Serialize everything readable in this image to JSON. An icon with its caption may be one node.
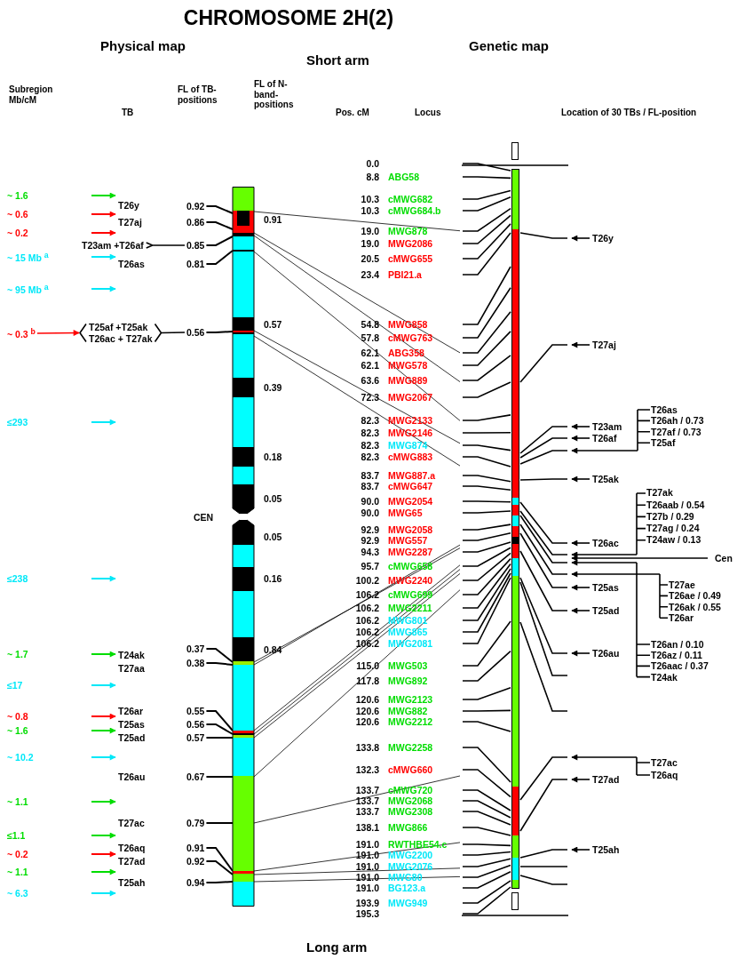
{
  "diagram": {
    "title": "CHROMOSOME 2H(2)",
    "nodes": [
      {
        "text": [],
        "shape": "bar",
        "beside": [
          "CEN"
        ]
      },
      {
        "text": [],
        "shape": "bar"
      },
      {
        "text": [
          "~ 1.6"
        ]
      },
      {
        "text": [
          "~ 0.6"
        ]
      },
      {
        "text": [
          "~ 0.2"
        ]
      },
      {
        "text": [
          "~ 15 Mb $^{a}$"
        ]
      },
      {
        "text": [
          "~ 95 Mb $^{a}$"
        ]
      },
      {
        "text": [
          "~ 0.3 $^{b}$"
        ]
      },
      {
        "text": [
          "≤293"
        ]
      },
      {
        "text": [
          "≤238"
        ]
      },
      {
        "text": [
          "~ 1.7"
        ]
      },
      {
        "text": [
          "≤17"
        ]
      },
      {
        "text": [
          "~ 0.8"
        ]
      },
      {
        "text": [
          "~ 1.6"
        ]
      },
      {
        "text": [
          "~ 10.2"
        ]
      },
      {
        "text": [
          "~ 1.1"
        ]
      },
      {
        "text": [
          "≤1.1"
        ]
      },
      {
        "text": [
          "~ 0.2"
        ]
      },
      {
        "text": [
          "~ 1.1"
        ]
      },
      {
        "text": [
          "~ 6.3"
        ]
      },
      {
        "text": [
          "T23am +T26af"
        ]
      },
      {
        "text": [
          "T25af +T25ak",
          "T26ac + T27ak"
        ]
      },
      {
        "text": [
          "0.92"
        ]
      },
      {
        "text": [
          "0.86"
        ]
      },
      {
        "text": [
          "0.85"
        ]
      },
      {
        "text": [
          "0.81"
        ]
      },
      {
        "text": [
          "0.56"
        ]
      },
      {
        "text": [
          "0.37"
        ]
      },
      {
        "text": [
          "0.38"
        ]
      },
      {
        "text": [
          "0.55"
        ]
      },
      {
        "text": [
          "0.56"
        ]
      },
      {
        "text": [
          "0.57"
        ]
      },
      {
        "text": [
          "0.67"
        ]
      },
      {
        "text": [
          "0.79"
        ]
      },
      {
        "text": [
          "0.91"
        ]
      },
      {
        "text": [
          "0.92"
        ]
      },
      {
        "text": [
          "0.94"
        ]
      },
      {
        "text": [
          "T26y"
        ]
      },
      {
        "text": [
          "T27aj"
        ]
      },
      {
        "text": [
          "T23am"
        ]
      },
      {
        "text": [
          "T26af"
        ]
      },
      {
        "text": [
          "T26as",
          "T26ah / 0.73",
          "T27af / 0.73",
          "T25af"
        ]
      },
      {
        "text": [
          "T25ak"
        ]
      },
      {
        "text": [
          "T27ak",
          "T26aab / 0.54",
          "T27b / 0.29",
          "T27ag / 0.24",
          "T24aw / 0.13"
        ]
      },
      {
        "text": [
          "T26ac"
        ]
      },
      {
        "text": [
          "Cen"
        ]
      },
      {
        "text": [
          "T27ae",
          "T26ae / 0.49",
          "T26ak / 0.55",
          "T26ar"
        ]
      },
      {
        "text": [
          "T25as"
        ]
      },
      {
        "text": [
          "T25ad"
        ]
      },
      {
        "text": [
          "T26an / 0.10",
          "T26az / 0.11",
          "T26aac / 0.37",
          "T24ak"
        ]
      },
      {
        "text": [
          "T26au"
        ]
      },
      {
        "text": [
          "T27ac",
          "T26aq"
        ]
      },
      {
        "text": [
          "T27ad"
        ]
      },
      {
        "text": [
          "T25ah"
        ]
      }
    ],
    "edges": [
      {
        "from": 7,
        "to": 21,
        "arrow": "to",
        "color": "#ff0000"
      },
      {
        "from": 20,
        "to": 24,
        "arrow": "other"
      },
      {
        "from": 21,
        "to": 26,
        "arrow": "other"
      },
      {
        "from": 22,
        "to": 0,
        "arrow": "none"
      },
      {
        "from": 23,
        "to": 0,
        "arrow": "none"
      },
      {
        "from": 24,
        "to": 0,
        "arrow": "none"
      },
      {
        "from": 25,
        "to": 0,
        "arrow": "none"
      },
      {
        "from": 26,
        "to": 0,
        "arrow": "none"
      },
      {
        "from": 27,
        "to": 0,
        "arrow": "none"
      },
      {
        "from": 28,
        "to": 0,
        "arrow": "none"
      },
      {
        "from": 29,
        "to": 0,
        "arrow": "none"
      },
      {
        "from": 30,
        "to": 0,
        "arrow": "none"
      },
      {
        "from": 31,
        "to": 0,
        "arrow": "none"
      },
      {
        "from": 32,
        "to": 0,
        "arrow": "none"
      },
      {
        "from": 33,
        "to": 0,
        "arrow": "none"
      },
      {
        "from": 34,
        "to": 0,
        "arrow": "none"
      },
      {
        "from": 35,
        "to": 0,
        "arrow": "none"
      },
      {
        "from": 36,
        "to": 0,
        "arrow": "none"
      },
      {
        "from": 0,
        "to": 1,
        "arrow": "none"
      },
      {
        "from": 0,
        "to": 1,
        "arrow": "none"
      },
      {
        "from": 0,
        "to": 1,
        "arrow": "none"
      },
      {
        "from": 0,
        "to": 1,
        "arrow": "none"
      },
      {
        "from": 0,
        "to": 1,
        "arrow": "none"
      },
      {
        "from": 0,
        "to": 1,
        "arrow": "none"
      },
      {
        "from": 0,
        "to": 1,
        "arrow": "none"
      },
      {
        "from": 0,
        "to": 1,
        "arrow": "none"
      },
      {
        "from": 0,
        "to": 1,
        "arrow": "none"
      },
      {
        "from": 0,
        "to": 1,
        "arrow": "none"
      },
      {
        "from": 0,
        "to": 1,
        "arrow": "none"
      },
      {
        "from": 0,
        "to": 1,
        "arrow": "none"
      },
      {
        "from": 0,
        "to": 1,
        "arrow": "none"
      },
      {
        "from": 0,
        "to": 1,
        "arrow": "none"
      },
      {
        "from": 0,
        "to": 1,
        "arrow": "none"
      },
      {
        "from": 0,
        "to": 1,
        "arrow": "none"
      },
      {
        "from": 37,
        "to": 1,
        "arrow": "to"
      },
      {
        "from": 38,
        "to": 1,
        "arrow": "to"
      },
      {
        "from": 39,
        "to": 1,
        "arrow": "to"
      },
      {
        "from": 40,
        "to": 1,
        "arrow": "to"
      },
      {
        "from": 41,
        "to": 1,
        "arrow": "to"
      },
      {
        "from": 42,
        "to": 1,
        "arrow": "to"
      },
      {
        "from": 43,
        "to": 1,
        "arrow": "to"
      },
      {
        "from": 44,
        "to": 1,
        "arrow": "to"
      },
      {
        "from": 45,
        "to": 1,
        "arrow": "to"
      },
      {
        "from": 46,
        "to": 1,
        "arrow": "to"
      },
      {
        "from": 47,
        "to": 1,
        "arrow": "to"
      },
      {
        "from": 48,
        "to": 1,
        "arrow": "to"
      },
      {
        "from": 49,
        "to": 1,
        "arrow": "to"
      },
      {
        "from": 50,
        "to": 1,
        "arrow": "to"
      },
      {
        "from": 51,
        "to": 1,
        "arrow": "to"
      },
      {
        "from": 52,
        "to": 1,
        "arrow": "to"
      },
      {
        "from": 53,
        "to": 1,
        "arrow": "to"
      }
    ],
    "labels": [
      "Physical map",
      "Genetic map",
      "Short arm",
      "Subregion Mb/cM",
      "TB",
      "FL of TB-positions",
      "FL of N-band-positions",
      "Pos. cM",
      "Locus",
      "Location of 30 TBs / FL-position",
      "T26y",
      "T27aj",
      "T26as",
      "T24ak",
      "T27aa",
      "T26ar",
      "T25as",
      "T25ad",
      "T26au",
      "T27ac",
      "T26aq",
      "T27ad",
      "T25ah",
      "0.91",
      "0.57",
      "0.39",
      "0.18",
      "0.05",
      "0.05",
      "0.16",
      "0.84",
      "0.0",
      "8.8",
      "ABG58",
      "10.3",
      "cMWG682",
      "10.3",
      "cMWG684.b",
      "19.0",
      "MWG878",
      "19.0",
      "MWG2086",
      "20.5",
      "cMWG655",
      "23.4",
      "PBI21.a",
      "54.8",
      "MWG858",
      "57.8",
      "cMWG763",
      "62.1",
      "ABG358",
      "62.1",
      "MWG578",
      "63.6",
      "MWG889",
      "72.3",
      "MWG2067",
      "82.3",
      "MWG2133",
      "82.3",
      "MWG2146",
      "82.3",
      "MWG874",
      "82.3",
      "cMWG883",
      "83.7",
      "MWG887.a",
      "83.7",
      "cMWG647",
      "90.0",
      "MWG2054",
      "90.0",
      "MWG65",
      "92.9",
      "MWG2058",
      "92.9",
      "MWG557",
      "94.3",
      "MWG2287",
      "95.7",
      "cMWG658",
      "100.2",
      "MWG2240",
      "106.2",
      "cMWG699",
      "106.2",
      "MWG2211",
      "106.2",
      "MWG801",
      "106.2",
      "MWG865",
      "106.2",
      "MWG2081",
      "115.0",
      "MWG503",
      "117.8",
      "MWG892",
      "120.6",
      "MWG2123",
      "120.6",
      "MWG882",
      "120.6",
      "MWG2212",
      "133.8",
      "MWG2258",
      "132.3",
      "cMWG660",
      "133.7",
      "cMWG720",
      "133.7",
      "MWG2068",
      "133.7",
      "MWG2308",
      "138.1",
      "MWG866",
      "191.0",
      "RWTHBE54.c",
      "191.0",
      "MWG2200",
      "191.0",
      "MWG2076",
      "191.0",
      "MWG80",
      "191.0",
      "BG123.a",
      "193.9",
      "MWG949",
      "195.3",
      "Long arm"
    ]
  }
}
